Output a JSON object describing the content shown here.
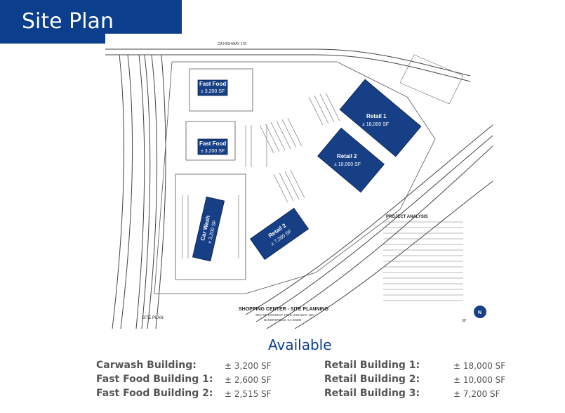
{
  "header": {
    "title": "Site Plan"
  },
  "plan": {
    "buildings": [
      {
        "name": "Fast Food 1",
        "area": "± 3,200 SF"
      },
      {
        "name": "Fast Food 2",
        "area": "± 3,200 SF"
      },
      {
        "name": "Retail 1",
        "area": "± 18,000 SF"
      },
      {
        "name": "Retail 2",
        "area": "± 10,000 SF"
      },
      {
        "name": "Car Wash",
        "area": "± 3,200 SF"
      },
      {
        "name": "Retail 2",
        "area": "± 7,200 SF"
      }
    ],
    "drawing_title": "SHOPPING CENTER - SITE PLANNING",
    "drawing_subtitle": "SEC OF HIGHWAY 178 & HIGHWAY 184",
    "drawing_city": "BAKERSFIELD, CA 93306",
    "site_plan_label": "SITE PLAN",
    "project_analysis_label": "PROJECT ANALYSIS",
    "road_label": "CA HIGHWAY 178",
    "north_label": "N",
    "scale": "30'"
  },
  "available": {
    "heading": "Available",
    "left": [
      {
        "label": "Carwash Building:",
        "value": "± 3,200 SF"
      },
      {
        "label": "Fast Food Building 1:",
        "value": "± 2,600 SF"
      },
      {
        "label": "Fast Food Building 2:",
        "value": "± 2,515 SF"
      }
    ],
    "right": [
      {
        "label": "Retail Building 1:",
        "value": "± 18,000 SF"
      },
      {
        "label": "Retail Building 2:",
        "value": "± 10,000 SF"
      },
      {
        "label": "Retail Building 3:",
        "value": "± 7,200 SF"
      }
    ]
  },
  "colors": {
    "brand": "#0b3e8c",
    "building": "#163f86"
  }
}
